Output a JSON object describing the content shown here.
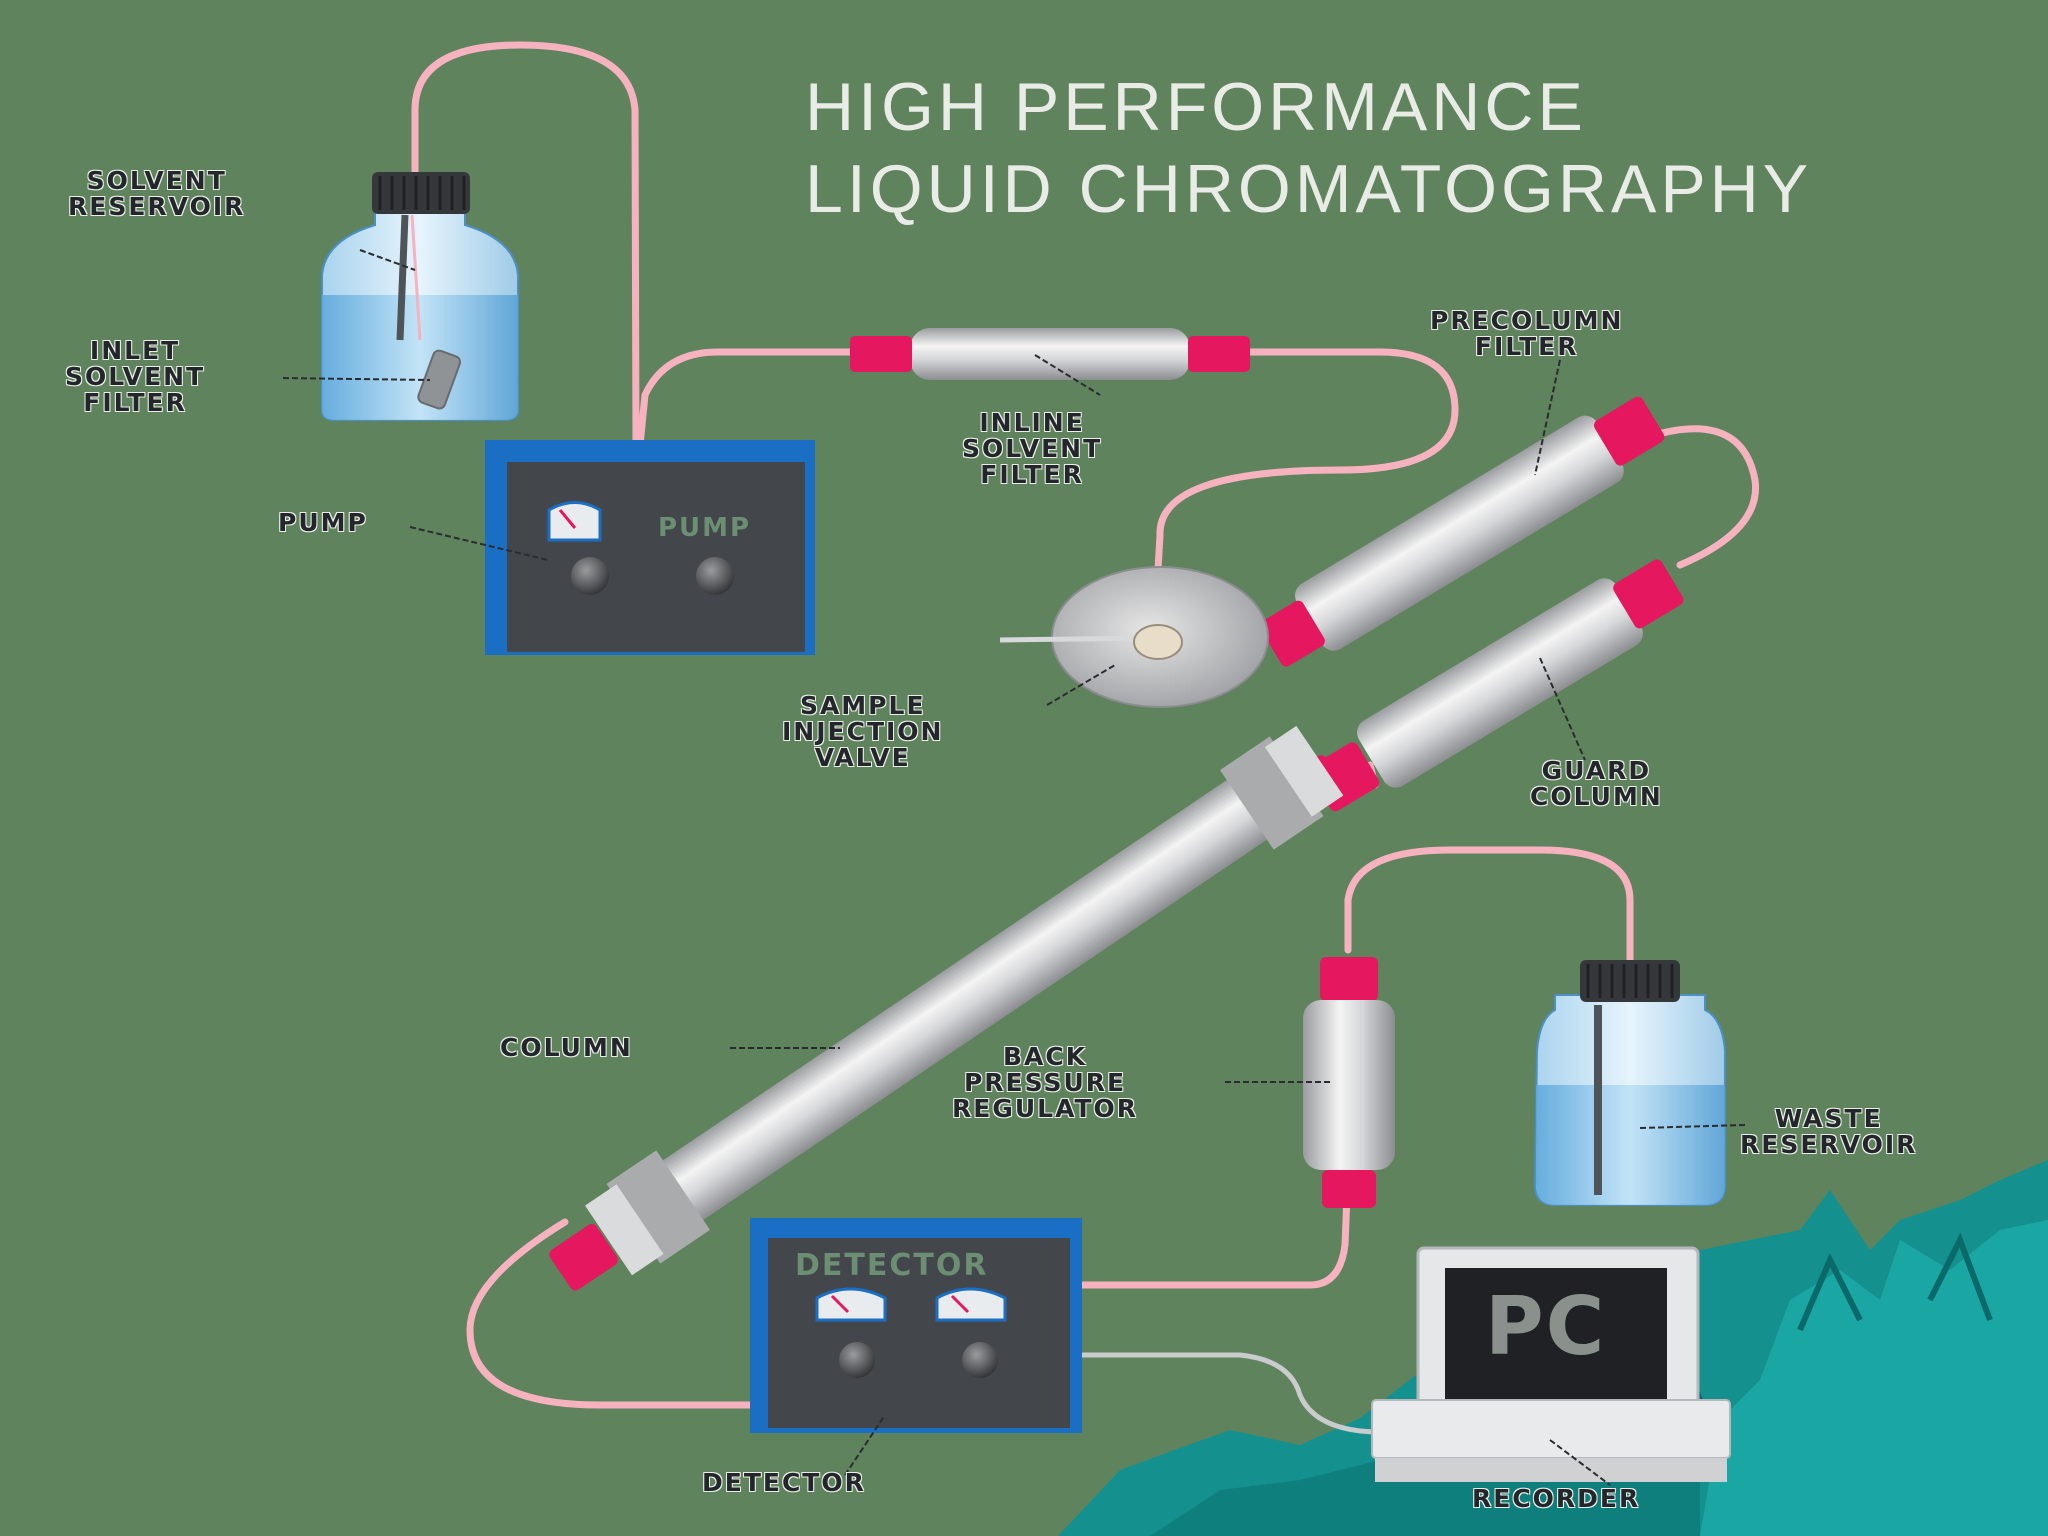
{
  "title": {
    "line1": "HIGH PERFORMANCE",
    "line2": "LIQUID CHROMATOGRAPHY"
  },
  "labels": {
    "solvent_reservoir": [
      "SOLVENT",
      "RESERVOIR"
    ],
    "inlet_solvent_filter": [
      "INLET",
      "SOLVENT",
      "FILTER"
    ],
    "pump": "PUMP",
    "inline_solvent_filter": [
      "INLINE",
      "SOLVENT",
      "FILTER"
    ],
    "precolumn_filter": [
      "PRECOLUMN",
      "FILTER"
    ],
    "sample_injection_valve": [
      "SAMPLE",
      "INJECTION",
      "VALVE"
    ],
    "guard_column": [
      "GUARD",
      "COLUMN"
    ],
    "column": "COLUMN",
    "back_pressure_regulator": [
      "BACK",
      "PRESSURE",
      "REGULATOR"
    ],
    "waste_reservoir": [
      "WASTE",
      "RESERVOIR"
    ],
    "detector": "DETECTOR",
    "recorder": "RECORDER"
  },
  "panels": {
    "pump_face": "PUMP",
    "detector_face": "DETECTOR",
    "pc_screen": "PC"
  },
  "colors": {
    "background": "#5f845d",
    "tubing": "#f6b3bf",
    "fitting": "#e5175f",
    "panel_blue": "#1a6fc4",
    "panel_face": "#43474b",
    "mountains": "#14918f"
  }
}
